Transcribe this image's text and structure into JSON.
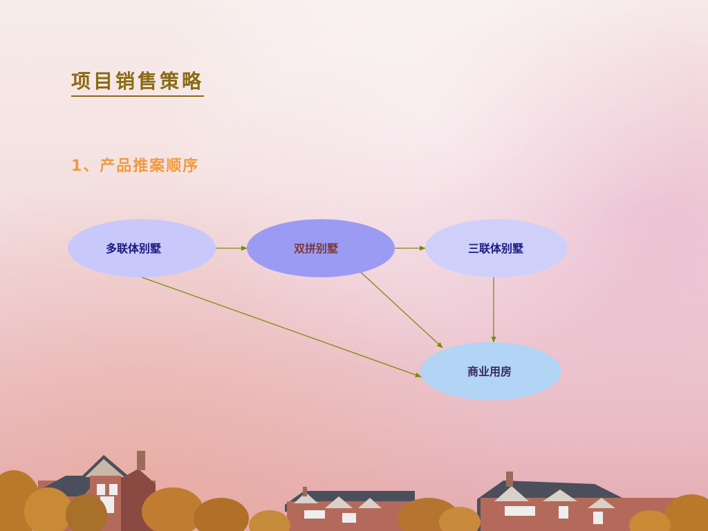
{
  "slide": {
    "title": "项目销售策略",
    "subtitle": "1、产品推案顺序"
  },
  "diagram": {
    "nodes": [
      {
        "id": "n1",
        "label": "多联体别墅",
        "fill": "#c8c8fa",
        "text_color": "#1a1a80"
      },
      {
        "id": "n2",
        "label": "双拼别墅",
        "fill": "#9b9bf4",
        "text_color": "#7a3a3a"
      },
      {
        "id": "n3",
        "label": "三联体别墅",
        "fill": "#cfd0fa",
        "text_color": "#1a1a80"
      },
      {
        "id": "n4",
        "label": "商业用房",
        "fill": "#b2d4f5",
        "text_color": "#3a2a60"
      }
    ],
    "edges": [
      {
        "from": "n1",
        "to": "n2"
      },
      {
        "from": "n2",
        "to": "n3"
      },
      {
        "from": "n3",
        "to": "n4"
      },
      {
        "from": "n2",
        "to": "n4"
      },
      {
        "from": "n1",
        "to": "n4"
      }
    ],
    "edge_color": "#7a8a10"
  }
}
